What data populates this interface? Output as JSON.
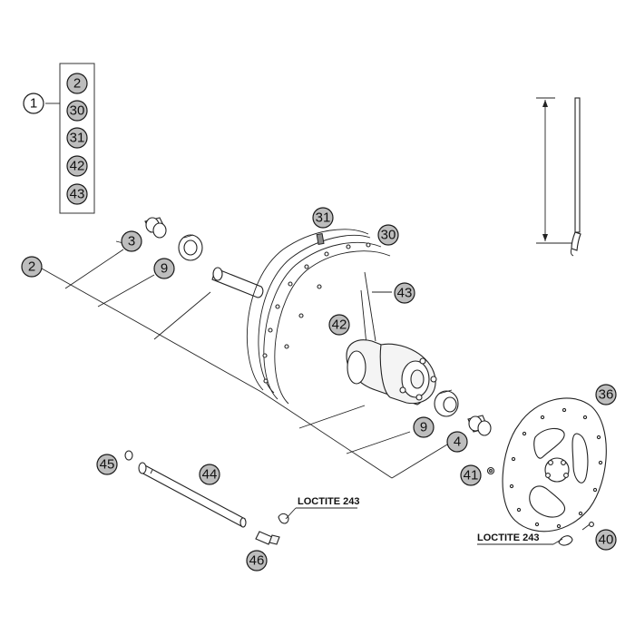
{
  "kit": {
    "main_label": "1",
    "contents": [
      "2",
      "30",
      "31",
      "42",
      "43"
    ]
  },
  "callouts": {
    "c2": "2",
    "c3": "3",
    "c9a": "9",
    "c31": "31",
    "c30": "30",
    "c43": "43",
    "c42": "42",
    "c9b": "9",
    "c4": "4",
    "c36": "36",
    "c41": "41",
    "c45": "45",
    "c44": "44",
    "c46": "46",
    "c40": "40"
  },
  "notes": {
    "loctite_left": "LOCTITE 243",
    "loctite_right": "LOCTITE 243"
  }
}
